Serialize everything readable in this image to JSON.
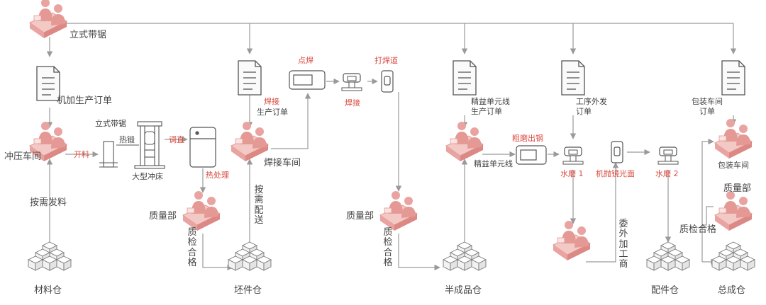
{
  "colors": {
    "line": "#9a9a9a",
    "accent": "#d94a40",
    "worker": "#e9a3a0",
    "text": "#444444"
  },
  "labels": {
    "band_saw_top": "立式带锯",
    "order_machining": "机加生产订单",
    "stamping_shop": "冲压车间",
    "open_material": "开料",
    "band_saw_small": "立式带锯",
    "hot_forging": "热锻",
    "large_press": "大型冲床",
    "straighten": "调直",
    "heat_treat": "热处理",
    "on_demand_issue": "按需发料",
    "quality_dept_1": "质量部",
    "qc_pass_1": "质检合格",
    "raw_material_store": "材料仓",
    "welding_order_red": "焊接",
    "welding_order_rest": "生产订单",
    "welding_shop": "焊接车间",
    "spot_weld": "点焊",
    "weld": "焊接",
    "weld_seam": "打焊道",
    "on_demand_delivery": "按需配送",
    "blank_store": "坯件仓",
    "quality_dept_2": "质量部",
    "qc_pass_2": "质检合格",
    "lean_line_order": "精益单元线生产订单",
    "lean_line": "精益单元线",
    "rough_grind": "粗磨出钢",
    "semi_store": "半成品仓",
    "outsource_order": "工序外发订单",
    "water_grind_1": "水磨 1",
    "polish": "机抛镜光面",
    "water_grind_2": "水磨 2",
    "outsource_processor": "委外加工商",
    "parts_store": "配件仓",
    "packing_order": "包装车间订单",
    "packing_shop": "包装车间",
    "quality_dept_3": "质量部",
    "qc_pass_3": "质检合格",
    "final_store": "总成仓"
  },
  "icons": [
    "worker-icon",
    "document-icon",
    "boxes-icon",
    "machine-icon"
  ]
}
